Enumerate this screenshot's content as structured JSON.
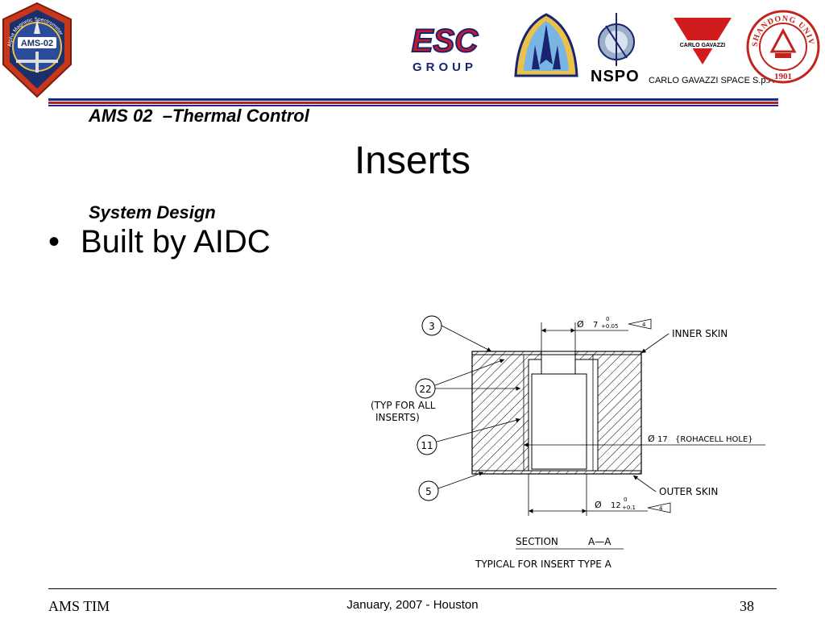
{
  "header": {
    "title_line1": "AMS 02  –Thermal Control",
    "title_line2": "System Design",
    "mission_patch": {
      "ring_text": "Alpha Magnetic Spectrometer",
      "label": "AMS-02"
    },
    "logos": {
      "esc": {
        "main": "ESC",
        "sub": "GROUP"
      },
      "nspo": "NSPO",
      "carlo_gavazzi": {
        "badge": "CARLO GAVAZZI",
        "caption": "CARLO GAVAZZI SPACE S.p.A"
      },
      "shandong": {
        "ring_text": "SHANDONG UNIVERSITY",
        "year": "1901"
      }
    },
    "rule_colors": [
      "#1a2a8c",
      "#b22222",
      "#1a2a8c"
    ]
  },
  "slide": {
    "title": "Inserts",
    "bullets": [
      "Built by AIDC"
    ]
  },
  "drawing": {
    "callouts": [
      "3",
      "22",
      "11",
      "5"
    ],
    "typ_note_line1": "(TYP FOR ALL",
    "typ_note_line2": "INSERTS)",
    "inner_skin": "INNER SKIN",
    "outer_skin": "OUTER SKIN",
    "dim_top": {
      "sym": "Ø",
      "value": "7",
      "tol_upper": "0",
      "tol_lower": "+0.05",
      "flag": "4"
    },
    "dim_mid": {
      "sym": "Ø",
      "value": "17",
      "note": "{ROHACELL HOLE}"
    },
    "dim_bottom": {
      "sym": "Ø",
      "value": "12",
      "tol_upper": "0",
      "tol_lower": "+0.1",
      "flag": "4"
    },
    "section_label": "SECTION",
    "section_id": "A—A",
    "caption": "TYPICAL FOR INSERT TYPE A"
  },
  "footer": {
    "left": "AMS TIM",
    "center": "January, 2007 - Houston",
    "page": "38"
  }
}
